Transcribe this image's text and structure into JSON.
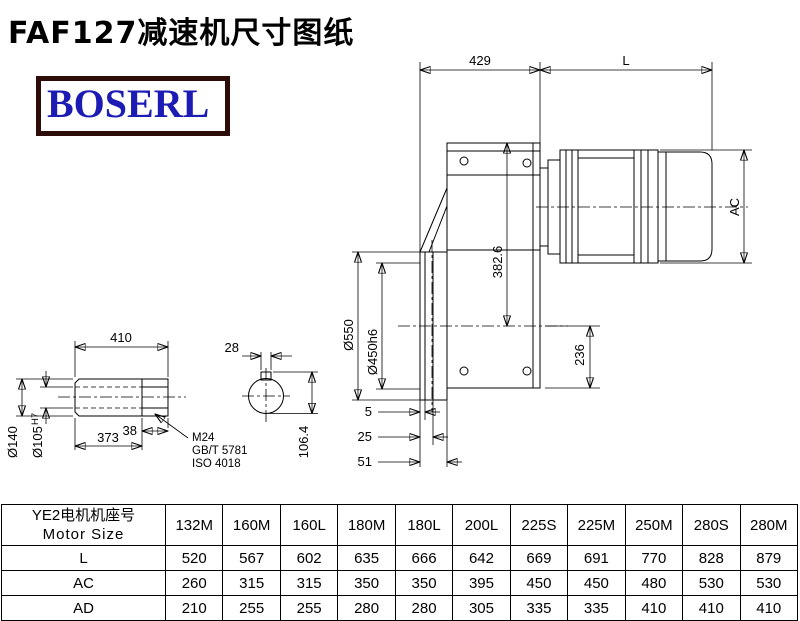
{
  "header": {
    "title": "FAF127减速机尺寸图纸",
    "brand": "BOSERL"
  },
  "main_view": {
    "dim_429": "429",
    "dim_L": "L",
    "dim_AC": "AC",
    "dim_d550": "Ø550",
    "dim_d450h6": "Ø450h6",
    "dim_382_6": "382.6",
    "dim_236": "236",
    "dim_5": "5",
    "dim_25": "25",
    "dim_51": "51"
  },
  "shaft_view": {
    "dim_410": "410",
    "dim_28": "28",
    "dim_38": "38",
    "dim_373": "373",
    "dim_d140": "Ø140",
    "dim_d105": "Ø105",
    "dim_d105_tol": "H7",
    "note_m24": "M24",
    "note_gb": "GB/T 5781",
    "note_iso": "ISO 4018",
    "dim_106_4": "106.4"
  },
  "table": {
    "header_cn": "YE2电机机座号",
    "header_en": "Motor Size",
    "columns": [
      "132M",
      "160M",
      "160L",
      "180M",
      "180L",
      "200L",
      "225S",
      "225M",
      "250M",
      "280S",
      "280M"
    ],
    "rows": [
      {
        "label": "L",
        "values": [
          520,
          567,
          602,
          635,
          666,
          642,
          669,
          691,
          770,
          828,
          879
        ]
      },
      {
        "label": "AC",
        "values": [
          260,
          315,
          315,
          350,
          350,
          395,
          450,
          450,
          480,
          530,
          530
        ]
      },
      {
        "label": "AD",
        "values": [
          210,
          255,
          255,
          280,
          280,
          305,
          335,
          335,
          410,
          410,
          410
        ]
      }
    ]
  }
}
